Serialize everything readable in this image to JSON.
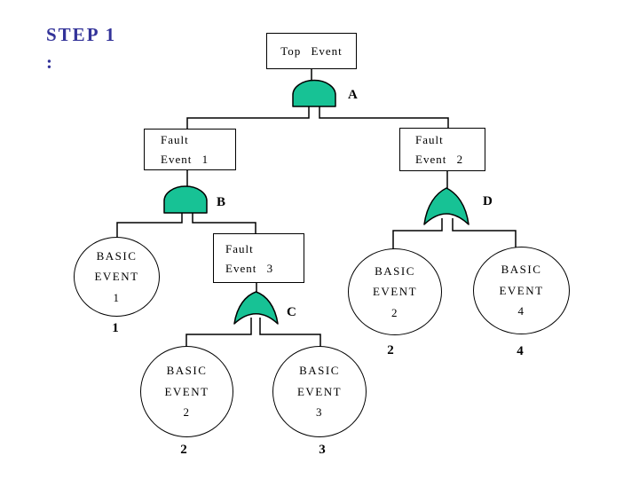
{
  "slide": {
    "step_label": "STEP 1",
    "step_colon": ":"
  },
  "tree": {
    "top_event": {
      "label": "Top Event"
    },
    "fault_event_1": {
      "line1": "Fault",
      "line2": "Event 1"
    },
    "fault_event_2": {
      "line1": "Fault",
      "line2": "Event 2"
    },
    "fault_event_3": {
      "line1": "Fault",
      "line2": "Event 3"
    },
    "basic_event_1": {
      "line1": "BASIC",
      "line2": "EVENT",
      "line3": "1",
      "index_label": "1"
    },
    "basic_event_2_left": {
      "line1": "BASIC",
      "line2": "EVENT",
      "line3": "2",
      "index_label": "2"
    },
    "basic_event_3": {
      "line1": "BASIC",
      "line2": "EVENT",
      "line3": "3",
      "index_label": "3"
    },
    "basic_event_2_right": {
      "line1": "BASIC",
      "line2": "EVENT",
      "line3": "2",
      "index_label": "2"
    },
    "basic_event_4": {
      "line1": "BASIC",
      "line2": "EVENT",
      "line3": "4",
      "index_label": "4"
    },
    "gates": {
      "a": {
        "label": "A",
        "type": "AND"
      },
      "b": {
        "label": "B",
        "type": "AND"
      },
      "c": {
        "label": "C",
        "type": "OR"
      },
      "d": {
        "label": "D",
        "type": "OR"
      }
    }
  },
  "colors": {
    "gate_fill": "#17c295",
    "line": "#000000",
    "step_text": "#333399"
  }
}
